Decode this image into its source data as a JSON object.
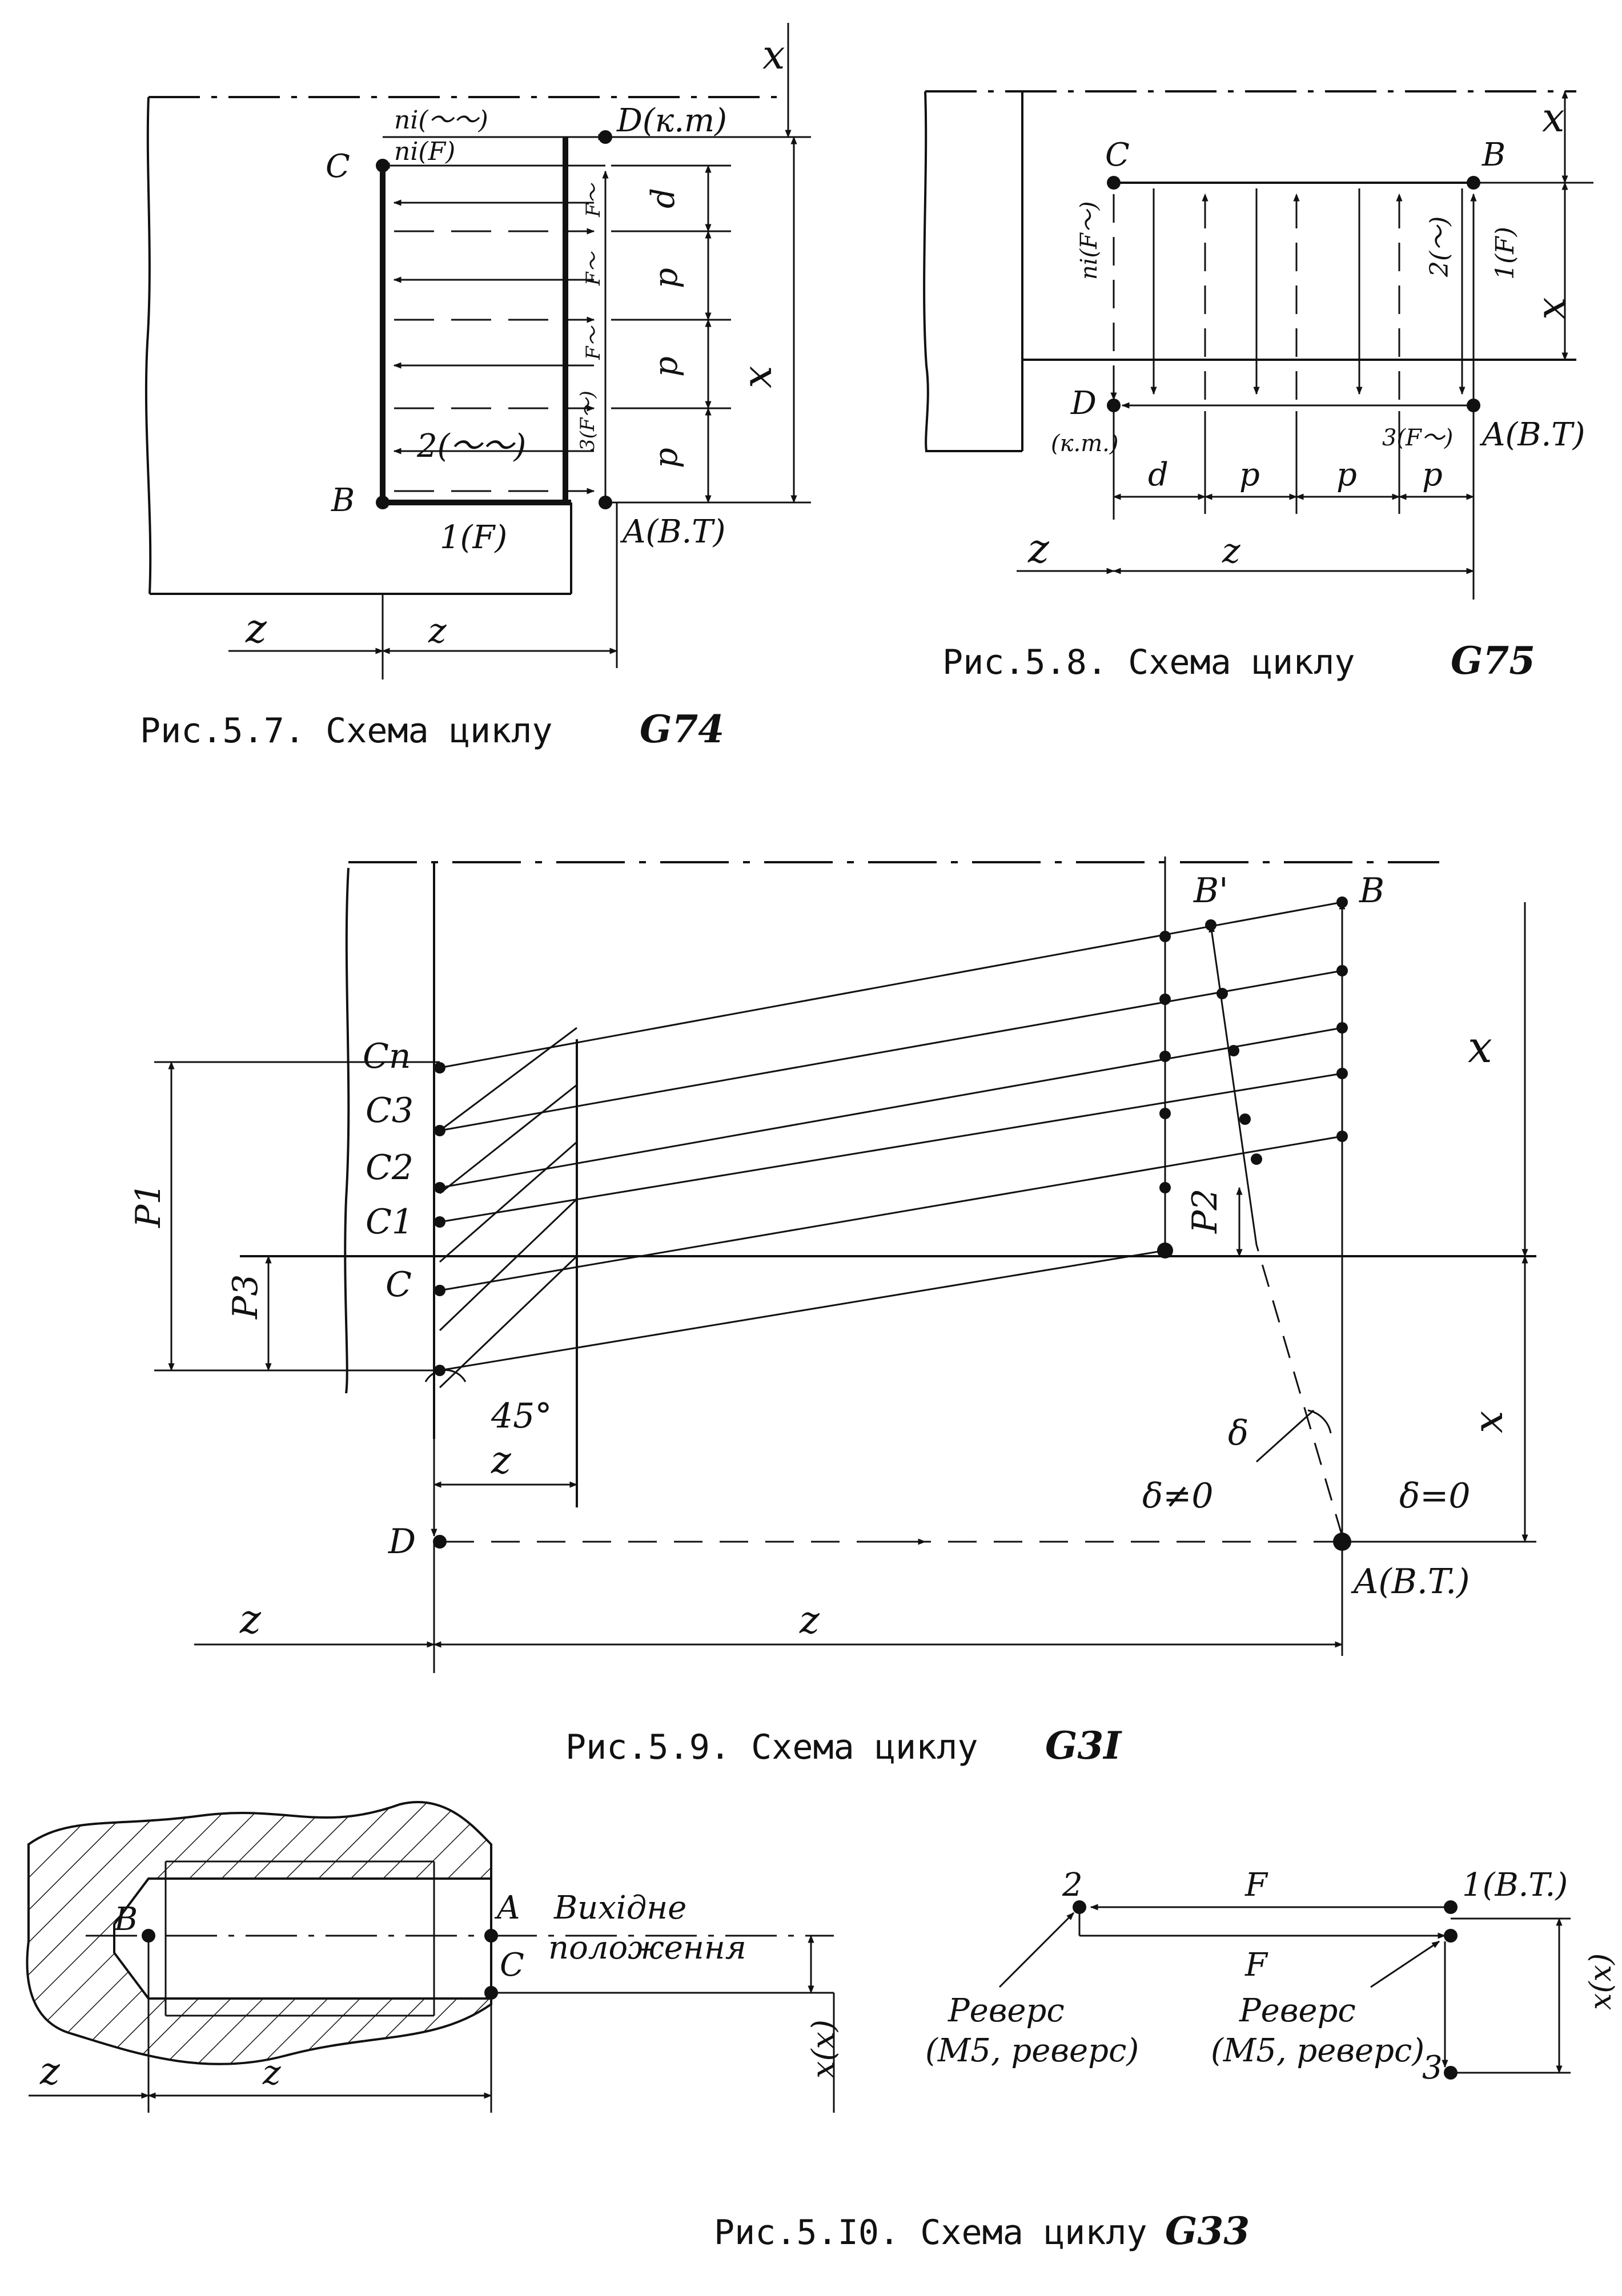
{
  "figures": [
    {
      "id": "fig57",
      "caption": "Рис.5.7. Схема циклу",
      "code": "G74",
      "points": {
        "C": "C",
        "D": "D(к.т)",
        "B": "B",
        "A": "A(B.T)"
      },
      "labels": {
        "ni_rapid": "ni(〜〜)",
        "ni_feed": "ni(F)",
        "feed1": "F〜",
        "feed2": "F〜",
        "feed3": "F〜",
        "move2": "2(〜〜)",
        "move1": "1(F)",
        "move3": "3(F〜)",
        "d": "d",
        "p1": "p",
        "p2": "p",
        "p3": "p",
        "axis_x": "x",
        "axis_z": "z",
        "dim_x": "x",
        "dim_z": "z"
      }
    },
    {
      "id": "fig58",
      "caption": "Рис.5.8. Схема циклу",
      "code": "G75",
      "points": {
        "C": "C",
        "B": "B",
        "D": "D",
        "D_sub": "(к.т.)",
        "A": "A(B.T)"
      },
      "labels": {
        "ni": "ni(F〜)",
        "move2": "2(〜)",
        "move1": "1(F)",
        "move3": "3(F〜)",
        "d": "d",
        "p1": "p",
        "p2": "p",
        "p3": "p",
        "axis_x": "x",
        "axis_z": "z",
        "dim_x": "x",
        "dim_z": "z"
      }
    },
    {
      "id": "fig59",
      "caption": "Рис.5.9. Схема циклу",
      "code": "G3I",
      "points": {
        "Cn": "Cn",
        "C3": "C3",
        "C2": "C2",
        "C1": "C1",
        "C": "C",
        "D": "D",
        "A": "A(B.T.)",
        "B": "B",
        "Bprime": "B'"
      },
      "labels": {
        "P1": "P1",
        "P2": "P2",
        "P3": "P3",
        "angle45": "45°",
        "delta": "δ",
        "delta_ne0": "δ≠0",
        "delta_eq0": "δ=0",
        "axis_x": "x",
        "axis_z": "z",
        "dim_x": "x",
        "dim_z": "z",
        "dim_z2": "z"
      }
    },
    {
      "id": "fig510",
      "caption": "Рис.5.I0. Схема циклу",
      "code": "G33",
      "labels": {
        "B": "B",
        "A": "A",
        "C": "C",
        "start1": "Вихідне",
        "start2": "положення",
        "axis_z": "z",
        "dim_z": "z",
        "dim_x": "x(x)",
        "p2": "2",
        "p1": "1(B.T.)",
        "p3": "3",
        "F_top": "F",
        "F_bot": "F",
        "rev1a": "Реверс",
        "rev1b": "(M5, реверс)",
        "rev2a": "Реверс",
        "rev2b": "(M5, реверс)",
        "dim_x2": "x(x)"
      }
    }
  ]
}
